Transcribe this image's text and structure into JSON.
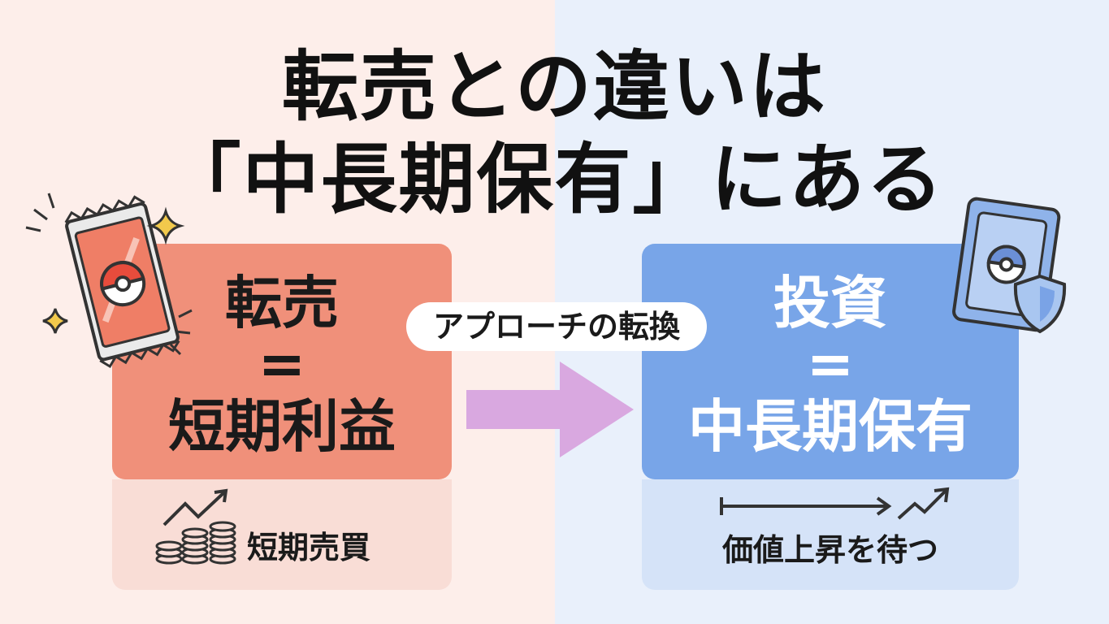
{
  "title": {
    "line1": "転売との違いは",
    "line2": "「中長期保有」にある"
  },
  "left_panel": {
    "heading": "転売",
    "equals": "=",
    "value": "短期利益",
    "sub_label": "短期売買",
    "color": "#f0907a"
  },
  "right_panel": {
    "heading": "投資",
    "equals": "=",
    "value": "中長期保有",
    "sub_label": "価値上昇を待つ",
    "color": "#78a5e8"
  },
  "arrow": {
    "label": "アプローチの転換",
    "color": "#d9a8e0"
  },
  "icons": {
    "left_top": "booster-pack-icon",
    "left_sparkle": "sparkle-icon",
    "left_sub": "coins-growth-icon",
    "right_top": "card-shield-icon",
    "right_sub": "timeline-growth-icon"
  }
}
